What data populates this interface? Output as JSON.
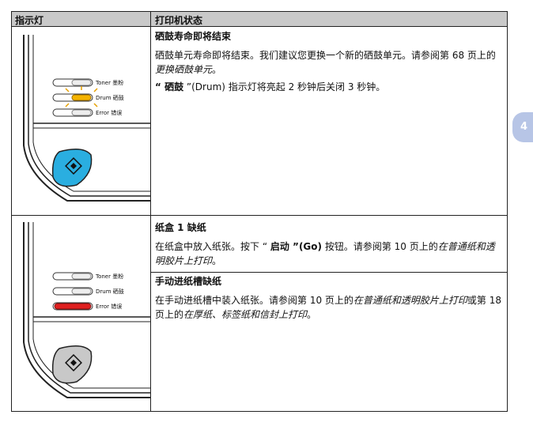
{
  "table": {
    "header": {
      "col1": "指示灯",
      "col2": "打印机状态"
    },
    "rows": [
      {
        "title": "硒鼓寿命即将结束",
        "para1_a": "硒鼓单元寿命即将结束。我们建议您更换一个新的硒鼓单元。请参阅第 68 页上的",
        "para1_link": "更换硒鼓单元",
        "para1_b": "。",
        "para2_a": "“ ",
        "para2_bold": "硒鼓",
        "para2_b": " ”(Drum) 指示灯将亮起 2 秒钟后关闭 3 秒钟。",
        "leds": [
          {
            "en": "Toner",
            "zh": "墨粉"
          },
          {
            "en": "Drum",
            "zh": "硒鼓"
          },
          {
            "en": "Error",
            "zh": "错误"
          }
        ]
      },
      {
        "title": "纸盒 1 缺纸",
        "para1_a": "在纸盒中放入纸张。按下 “ ",
        "para1_bold": "启动",
        "para1_bold2": " ”(Go)",
        "para1_b": " 按钮。请参阅第 10 页上的",
        "para1_link": "在普通纸和透明胶片上打印",
        "para1_c": "。",
        "title2": "手动进纸槽缺纸",
        "para2_a": "在手动进纸槽中装入纸张。请参阅第 10 页上的",
        "para2_link1": "在普通纸和透明胶片上打印",
        "para2_b": "或第 18 页上的",
        "para2_link2": "在厚纸、标签纸和信封上打印",
        "para2_c": "。",
        "leds": [
          {
            "en": "Toner",
            "zh": "墨粉"
          },
          {
            "en": "Drum",
            "zh": "硒鼓"
          },
          {
            "en": "Error",
            "zh": "错误"
          }
        ]
      }
    ]
  },
  "chapter_tab": "4",
  "colors": {
    "header_bg": "#c9c9c9",
    "drum_led": "#f5b400",
    "error_led": "#e02020",
    "go_button_active": "#2aaee0",
    "go_button_idle": "#c8c8c8",
    "tab": "#b7c5e6"
  }
}
